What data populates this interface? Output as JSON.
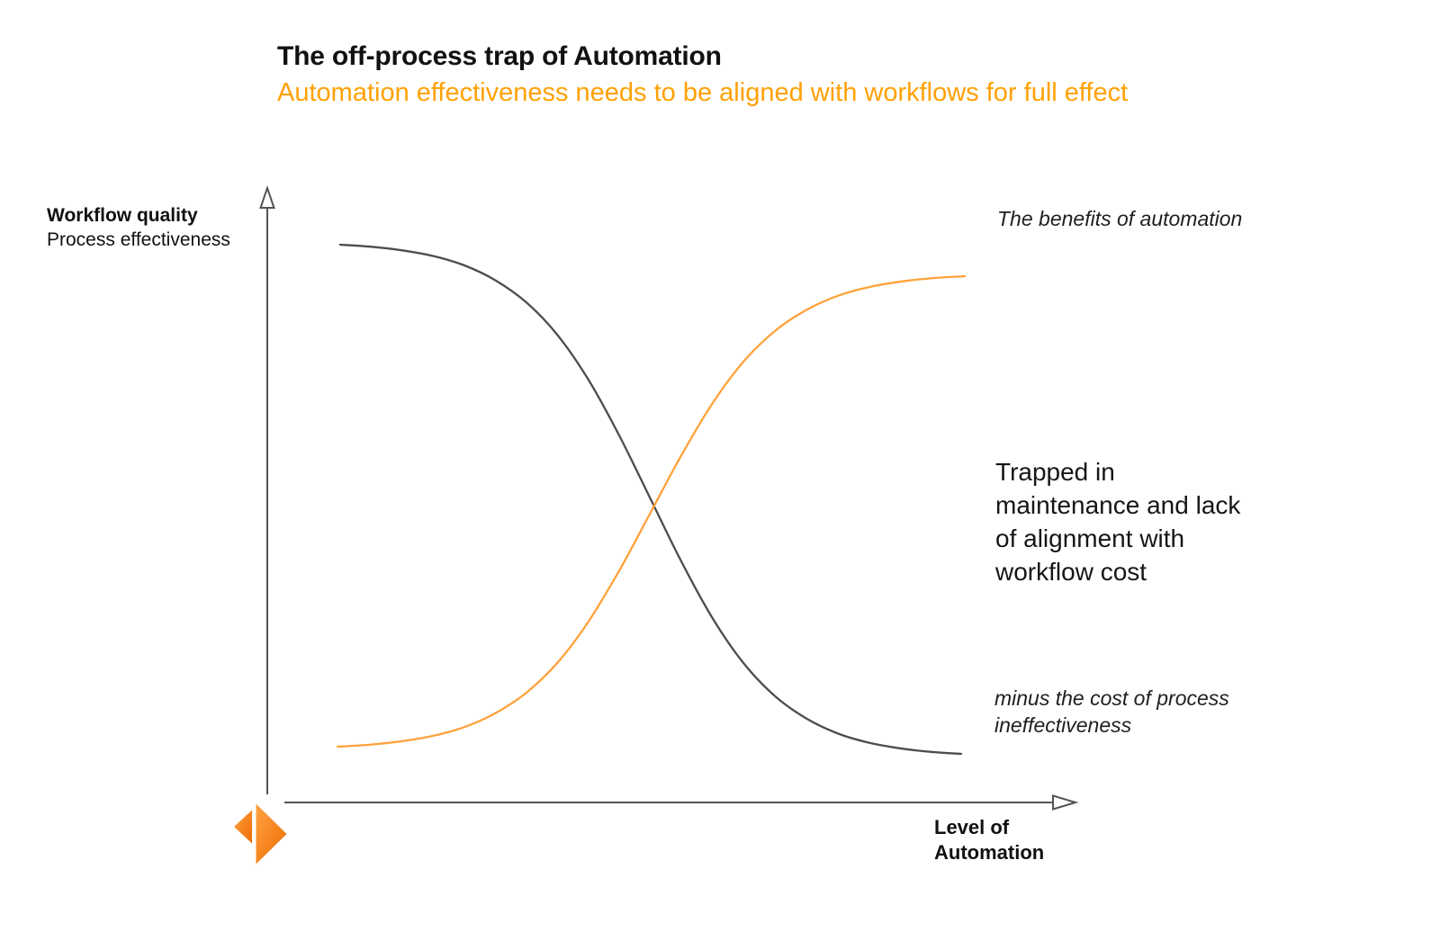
{
  "header": {
    "title": "The off-process trap of Automation",
    "subtitle": "Automation effectiveness needs to be aligned with workflows for full effect"
  },
  "y_axis": {
    "label_bold": "Workflow quality",
    "label_sub": "Process effectiveness"
  },
  "x_axis": {
    "label": "Level of\nAutomation"
  },
  "labels": {
    "benefits": "The benefits of automation",
    "trapped": "Trapped in\nmaintenance and lack\nof alignment with\nworkflow cost",
    "minus": "minus the cost of process\nineffectiveness"
  },
  "colors": {
    "accent_orange": "#FFA104",
    "curve_orange": "#FFA23B",
    "curve_gray": "#4D4D4D",
    "axis_gray": "#545454",
    "logo_light": "#FFA343",
    "logo_dark": "#EE6A02"
  },
  "chart_data": {
    "type": "line",
    "title": "The off-process trap of Automation",
    "subtitle": "Automation effectiveness needs to be aligned with workflows for full effect",
    "xlabel": "Level of Automation",
    "ylabel": "Workflow quality / Process effectiveness",
    "axis_ticks": "none",
    "grid": false,
    "legend": "labels placed at right side next to curve ends",
    "xlim": [
      0,
      1
    ],
    "ylim": [
      0,
      1
    ],
    "x": [
      0,
      0.05,
      0.1,
      0.15,
      0.2,
      0.25,
      0.3,
      0.35,
      0.4,
      0.45,
      0.5,
      0.55,
      0.6,
      0.65,
      0.7,
      0.75,
      0.8,
      0.85,
      0.9,
      0.95,
      1
    ],
    "series": [
      {
        "name": "The benefits of automation",
        "color": "#FFA23B",
        "shape": "ascending sigmoid",
        "values": [
          0.007,
          0.011,
          0.018,
          0.029,
          0.047,
          0.076,
          0.119,
          0.182,
          0.269,
          0.378,
          0.5,
          0.622,
          0.731,
          0.818,
          0.881,
          0.924,
          0.953,
          0.971,
          0.982,
          0.989,
          0.993
        ]
      },
      {
        "name": "minus the cost of process ineffectiveness",
        "color": "#4D4D4D",
        "shape": "descending sigmoid",
        "values": [
          0.993,
          0.989,
          0.982,
          0.971,
          0.953,
          0.924,
          0.881,
          0.818,
          0.731,
          0.622,
          0.5,
          0.378,
          0.269,
          0.182,
          0.119,
          0.076,
          0.047,
          0.029,
          0.018,
          0.011,
          0.007
        ]
      }
    ],
    "annotations": [
      "Trapped in maintenance and lack of alignment with workflow cost (placed right of crossing point)",
      "curves cross at approximately x=0.5, y=0.5"
    ]
  }
}
